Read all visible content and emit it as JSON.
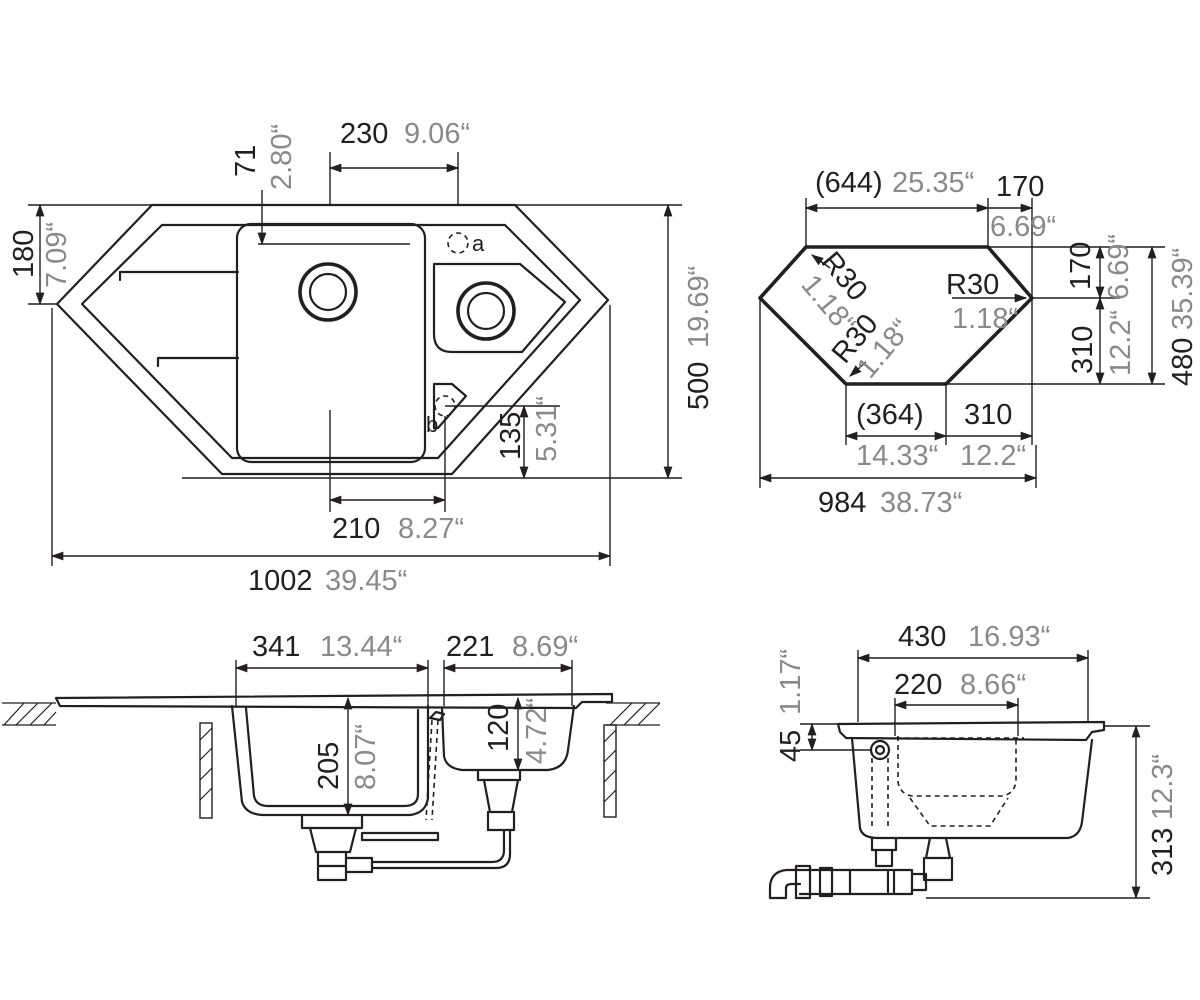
{
  "top_view": {
    "width_mm": "1002",
    "width_in": "39.45“",
    "height_mm": "500",
    "height_in": "19.69“",
    "bowl_offset_mm": "230",
    "bowl_offset_in": "9.06“",
    "drain_mm": "71",
    "drain_in": "2.80“",
    "side_mm": "180",
    "side_in": "7.09“",
    "bottom_offset_mm": "210",
    "bottom_offset_in": "8.27“",
    "hole_b_mm": "135",
    "hole_b_in": "5.31“",
    "label_a": "a",
    "label_b": "b"
  },
  "cutout_view": {
    "top_mm": "(644)",
    "top_in": "25.35“",
    "corner_mm": "170",
    "corner_in": "6.69“",
    "radius_left_1_mm": "R30",
    "radius_left_1_in": "1.18“",
    "radius_left_2_mm": "R30",
    "radius_left_2_in": "1.18“",
    "radius_right_mm": "R30",
    "radius_right_in": "1.18“",
    "right_top_mm": "170",
    "right_top_in": "6.69“",
    "right_mid_mm": "310",
    "right_mid_in": "12.2“",
    "right_total_mm": "480",
    "right_total_in": "35.39“",
    "bottom_left_mm": "(364)",
    "bottom_left_in": "14.33“",
    "bottom_right_mm": "310",
    "bottom_right_in": "12.2“",
    "total_mm": "984",
    "total_in": "38.73“"
  },
  "front_view": {
    "main_bowl_mm": "341",
    "main_bowl_in": "13.44“",
    "small_bowl_mm": "221",
    "small_bowl_in": "8.69“",
    "main_depth_mm": "205",
    "main_depth_in": "8.07“",
    "small_depth_mm": "120",
    "small_depth_in": "4.72“"
  },
  "side_view": {
    "outer_mm": "430",
    "outer_in": "16.93“",
    "inner_mm": "220",
    "inner_in": "8.66“",
    "overflow_mm": "45",
    "overflow_in": "1.17“",
    "height_mm": "313",
    "height_in": "12.3“"
  }
}
